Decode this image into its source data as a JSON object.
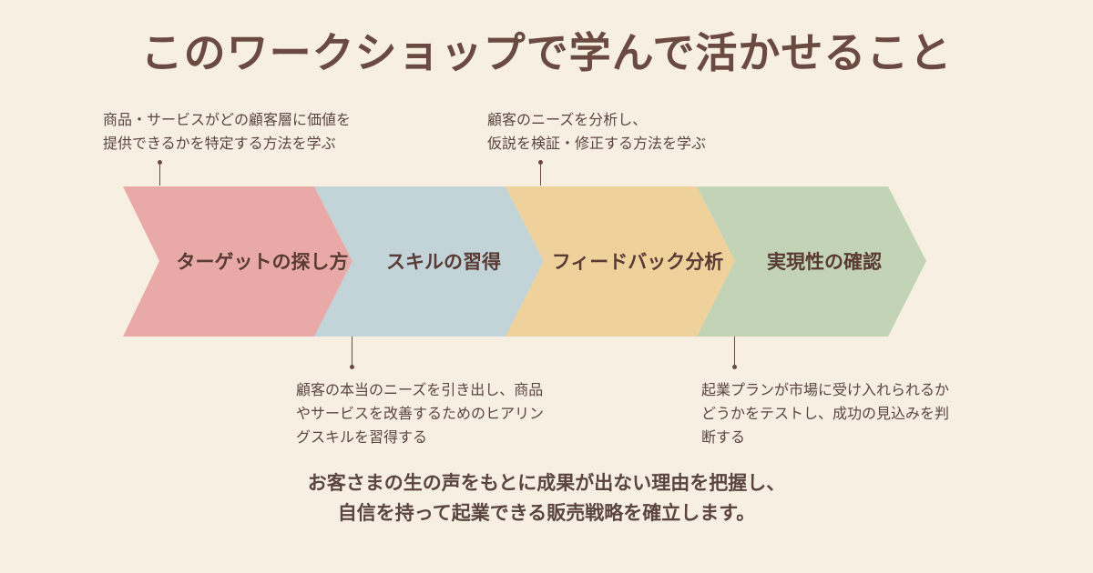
{
  "title": "このワークショップで学んで活かせること",
  "steps": [
    {
      "label": "ターゲットの探し方",
      "color": "#e9aaa7",
      "description": "商品・サービスがどの顧客層に価値を\n提供できるかを特定する方法を学ぶ"
    },
    {
      "label": "スキルの習得",
      "color": "#c2d4d8",
      "description": "顧客の本当のニーズを引き出し、商品\nやサービスを改善するためのヒアリン\nグスキルを習得する"
    },
    {
      "label": "フィードバック分析",
      "color": "#efd19c",
      "description": "顧客のニーズを分析し、\n仮説を検証・修正する方法を学ぶ"
    },
    {
      "label": "実現性の確認",
      "color": "#c2d4b5",
      "description": "起業プランが市場に受け入れられるか\nどうかをテストし、成功の見込みを判\n断する"
    }
  ],
  "footer": {
    "line1": "お客さまの生の声をもとに成果が出ない理由を把握し、",
    "line2": "自信を持って起業できる販売戦略を確立します。"
  },
  "colors": {
    "text": "#6b4a43",
    "background": "#f7efe1"
  }
}
